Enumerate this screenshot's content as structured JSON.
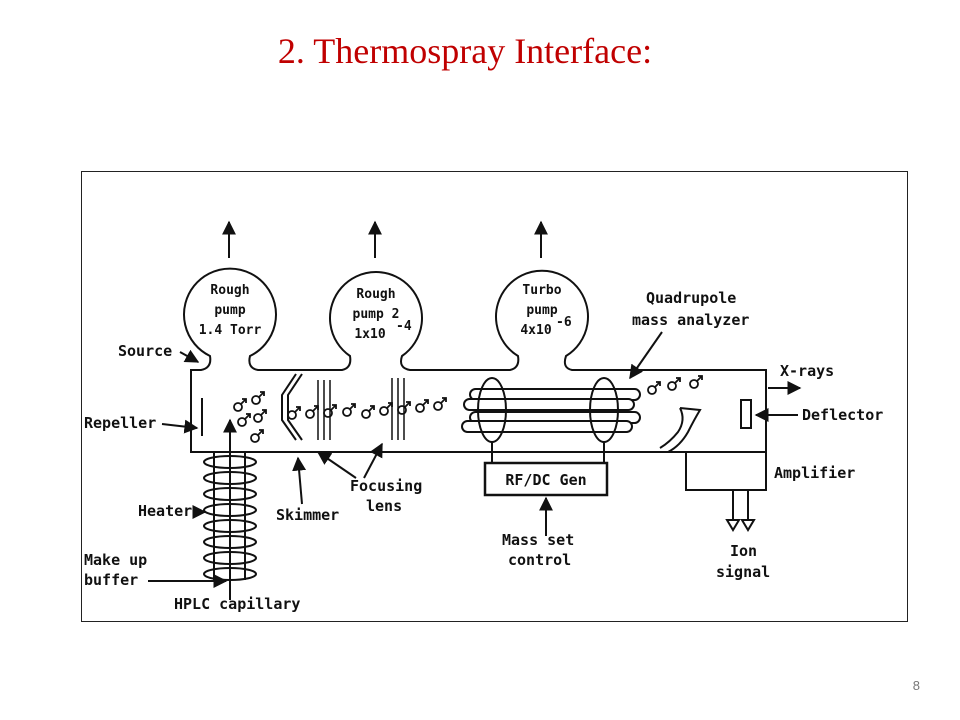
{
  "slide": {
    "title": "2. Thermospray Interface:",
    "page_number": "8",
    "accent_color": "#c00000"
  },
  "diagram": {
    "pumps": [
      {
        "line1": "Rough",
        "line2": "pump",
        "line3": "1.4 Torr"
      },
      {
        "line1": "Rough",
        "line2": "pump 2",
        "line3": "1x10",
        "exp": "-4"
      },
      {
        "line1": "Turbo",
        "line2": "pump",
        "line3": "4x10",
        "exp": "-6"
      }
    ],
    "labels": {
      "source": "Source",
      "repeller": "Repeller",
      "heater": "Heater",
      "make_up_1": "Make up",
      "make_up_2": "buffer",
      "hplc": "HPLC capillary",
      "skimmer": "Skimmer",
      "focusing_1": "Focusing",
      "focusing_2": "lens",
      "rfdc": "RF/DC Gen",
      "mass_set_1": "Mass set",
      "mass_set_2": "control",
      "quad_1": "Quadrupole",
      "quad_2": "mass analyzer",
      "xrays": "X-rays",
      "deflector": "Deflector",
      "amplifier": "Amplifier",
      "ion_1": "Ion",
      "ion_2": "signal"
    }
  }
}
